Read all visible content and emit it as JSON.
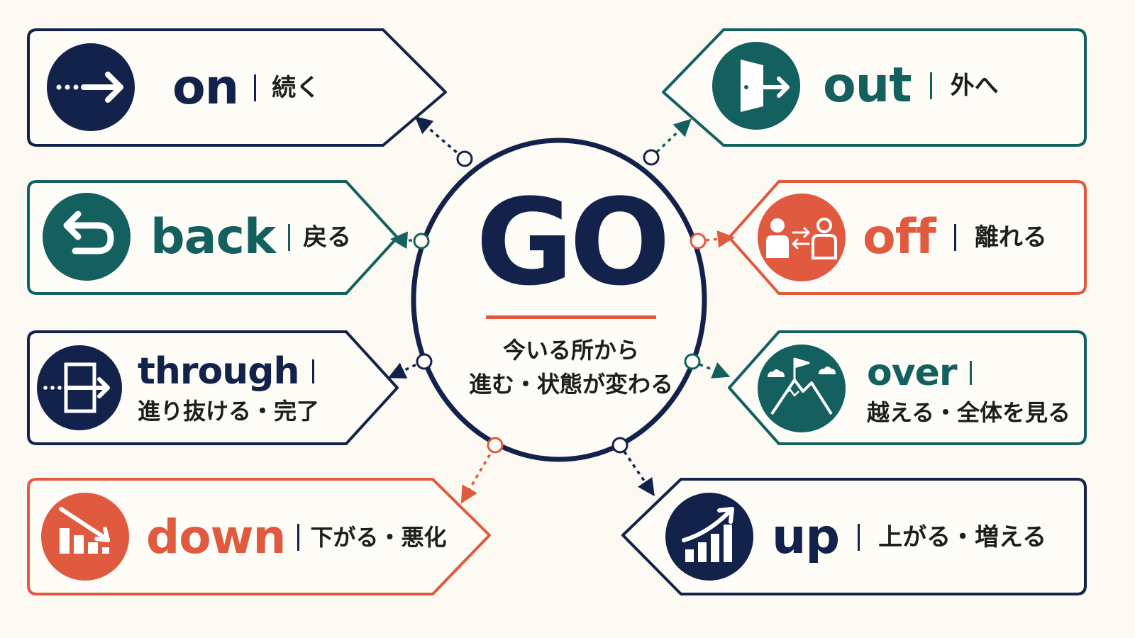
{
  "center": {
    "title": "GO",
    "description_line1": "今いる所から",
    "description_line2": "進む・状態が変わる"
  },
  "colors": {
    "navy": "#13224a",
    "teal": "#14605e",
    "coral": "#e05a40",
    "background": "#fbf9f2"
  },
  "items": [
    {
      "id": "on",
      "word": "on",
      "meaning": "続く",
      "color": "navy",
      "icon": "dotted-arrow-right-icon"
    },
    {
      "id": "back",
      "word": "back",
      "meaning": "戻る",
      "color": "teal",
      "icon": "return-arrow-icon"
    },
    {
      "id": "through",
      "word": "through",
      "meaning": "進り抜ける・完了",
      "color": "navy",
      "icon": "pass-through-door-icon"
    },
    {
      "id": "down",
      "word": "down",
      "meaning": "下がる・悪化",
      "color": "coral",
      "icon": "decline-chart-icon"
    },
    {
      "id": "out",
      "word": "out",
      "meaning": "外へ",
      "color": "teal",
      "icon": "exit-door-icon"
    },
    {
      "id": "off",
      "word": "off",
      "meaning": "離れる",
      "color": "coral",
      "icon": "people-separate-icon"
    },
    {
      "id": "over",
      "word": "over",
      "meaning": "越える・全体を見る",
      "color": "teal",
      "icon": "mountain-flag-icon"
    },
    {
      "id": "up",
      "word": "up",
      "meaning": "上がる・増える",
      "color": "navy",
      "icon": "growth-chart-icon"
    }
  ]
}
